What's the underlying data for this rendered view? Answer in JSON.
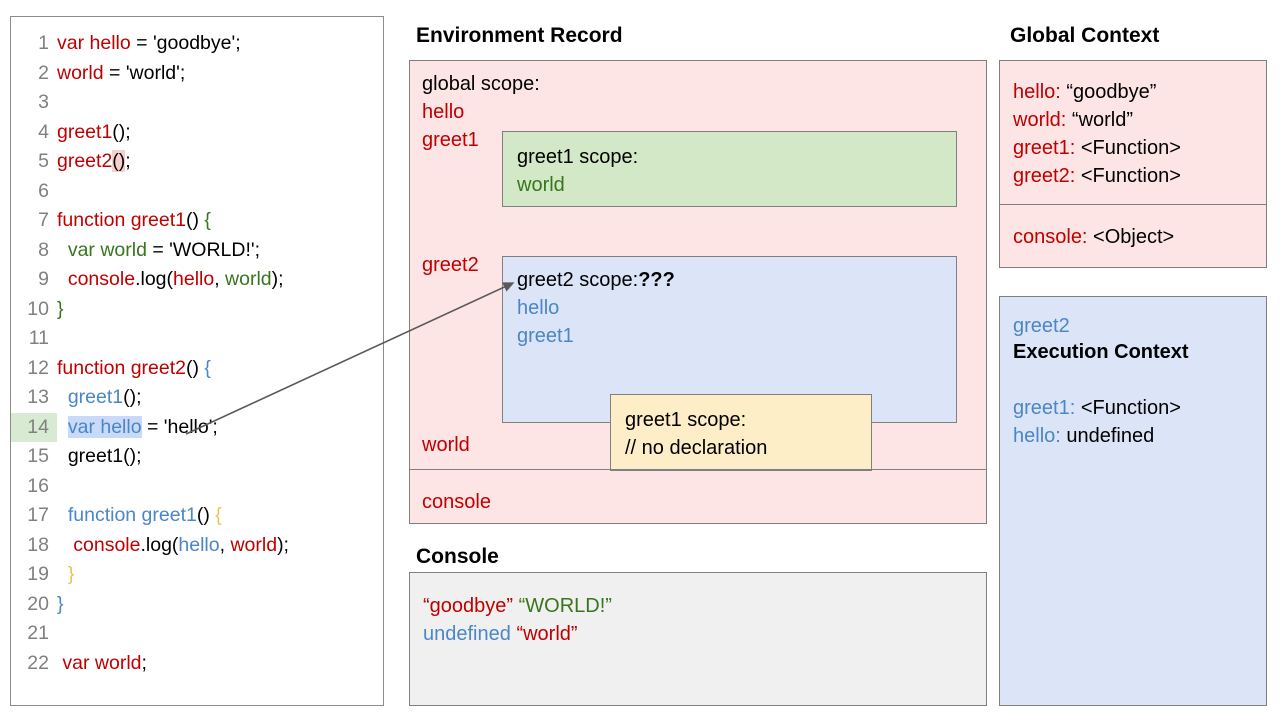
{
  "code_panel": {
    "name": "javascript-source-code",
    "lines": [
      {
        "n": "1",
        "segments": [
          {
            "t": "var hello",
            "c": "red"
          },
          {
            "t": " = 'goodbye';",
            "c": "black"
          }
        ]
      },
      {
        "n": "2",
        "segments": [
          {
            "t": "world",
            "c": "red"
          },
          {
            "t": " = 'world';",
            "c": "black"
          }
        ]
      },
      {
        "n": "3",
        "segments": []
      },
      {
        "n": "4",
        "segments": [
          {
            "t": "greet1",
            "c": "red"
          },
          {
            "t": "();",
            "c": "black"
          }
        ]
      },
      {
        "n": "5",
        "segments": [
          {
            "t": "greet2",
            "c": "red"
          },
          {
            "t": "()",
            "c": "black",
            "hl": "red"
          },
          {
            "t": ";",
            "c": "black"
          }
        ]
      },
      {
        "n": "6",
        "segments": []
      },
      {
        "n": "7",
        "segments": [
          {
            "t": "function greet1",
            "c": "red"
          },
          {
            "t": "() ",
            "c": "black"
          },
          {
            "t": "{",
            "c": "green"
          }
        ]
      },
      {
        "n": "8",
        "segments": [
          {
            "t": "  var world",
            "c": "green"
          },
          {
            "t": " = 'WORLD!';",
            "c": "black"
          }
        ]
      },
      {
        "n": "9",
        "segments": [
          {
            "t": "  console",
            "c": "red"
          },
          {
            "t": ".log(",
            "c": "black"
          },
          {
            "t": "hello",
            "c": "red"
          },
          {
            "t": ", ",
            "c": "black"
          },
          {
            "t": "world",
            "c": "green"
          },
          {
            "t": ");",
            "c": "black"
          }
        ]
      },
      {
        "n": "10",
        "segments": [
          {
            "t": "}",
            "c": "green"
          }
        ]
      },
      {
        "n": "11",
        "segments": []
      },
      {
        "n": "12",
        "segments": [
          {
            "t": "function greet2",
            "c": "red"
          },
          {
            "t": "() ",
            "c": "black"
          },
          {
            "t": "{",
            "c": "blue"
          }
        ]
      },
      {
        "n": "13",
        "segments": [
          {
            "t": "  greet1",
            "c": "blue"
          },
          {
            "t": "();",
            "c": "black"
          }
        ]
      },
      {
        "n": "14",
        "segments": [
          {
            "t": "  ",
            "c": "black"
          },
          {
            "t": "var hello",
            "c": "blue",
            "hl": "blue"
          },
          {
            "t": " = 'hello';",
            "c": "black"
          }
        ],
        "line_highlight": true
      },
      {
        "n": "15",
        "segments": [
          {
            "t": "  greet1();",
            "c": "black"
          }
        ]
      },
      {
        "n": "16",
        "segments": []
      },
      {
        "n": "17",
        "segments": [
          {
            "t": "  function greet1",
            "c": "blue"
          },
          {
            "t": "() ",
            "c": "black"
          },
          {
            "t": "{",
            "c": "gold"
          }
        ]
      },
      {
        "n": "18",
        "segments": [
          {
            "t": "   console",
            "c": "red"
          },
          {
            "t": ".log(",
            "c": "black"
          },
          {
            "t": "hello",
            "c": "blue"
          },
          {
            "t": ", ",
            "c": "black"
          },
          {
            "t": "world",
            "c": "red"
          },
          {
            "t": ");",
            "c": "black"
          }
        ]
      },
      {
        "n": "19",
        "segments": [
          {
            "t": "  }",
            "c": "gold"
          }
        ]
      },
      {
        "n": "20",
        "segments": [
          {
            "t": "}",
            "c": "blue"
          }
        ]
      },
      {
        "n": "21",
        "segments": []
      },
      {
        "n": "22",
        "segments": [
          {
            "t": " var world",
            "c": "red"
          },
          {
            "t": ";",
            "c": "black"
          }
        ]
      }
    ]
  },
  "environment_record": {
    "title": "Environment Record",
    "global_scope_label": "global scope:",
    "bindings": {
      "hello": "hello",
      "greet1": "greet1",
      "greet2": "greet2",
      "world": "world",
      "console": "console"
    },
    "greet1_scope": {
      "title": "greet1 scope:",
      "vars": [
        "world"
      ]
    },
    "greet2_scope": {
      "title_prefix": "greet2 scope:",
      "title_suffix": "???",
      "vars": [
        "hello",
        "greet1"
      ],
      "nested_greet1_scope": {
        "title": "greet1 scope:",
        "note": "// no declaration"
      }
    }
  },
  "console": {
    "title": "Console",
    "lines": [
      [
        {
          "t": "“goodbye”",
          "c": "red"
        },
        {
          "t": " ",
          "c": "black"
        },
        {
          "t": "“WORLD!”",
          "c": "green"
        }
      ],
      [
        {
          "t": "undefined",
          "c": "blue"
        },
        {
          "t": " ",
          "c": "black"
        },
        {
          "t": "“world”",
          "c": "red"
        }
      ]
    ]
  },
  "global_context": {
    "title": "Global Context",
    "entries": [
      {
        "key": "hello:",
        "value": " “goodbye”"
      },
      {
        "key": "world:",
        "value": " “world”"
      },
      {
        "key": "greet1:",
        "value": " <Function>"
      },
      {
        "key": "greet2:",
        "value": " <Function>"
      }
    ],
    "object_entries": [
      {
        "key": "console:",
        "value": " <Object>"
      }
    ]
  },
  "execution_context": {
    "name": "greet2",
    "title": "Execution Context",
    "entries": [
      {
        "key": "greet1:",
        "value": " <Function>"
      },
      {
        "key": "hello:",
        "value": " undefined"
      }
    ]
  },
  "colors": {
    "red": "#c00000",
    "green": "#38761d",
    "blue": "#4a86c8",
    "gold": "#e8c35a",
    "pink_panel": "#fce5e4",
    "green_panel": "#d3e8c6",
    "blue_panel": "#dbe5f7",
    "yellow_panel": "#fdeec8",
    "console_panel": "#f0f0f0",
    "border": "#808080",
    "line_number": "#808080",
    "line_highlight": "#d9ead3",
    "token_highlight_blue": "#c9daf8",
    "token_highlight_red": "#f6cfcf"
  }
}
